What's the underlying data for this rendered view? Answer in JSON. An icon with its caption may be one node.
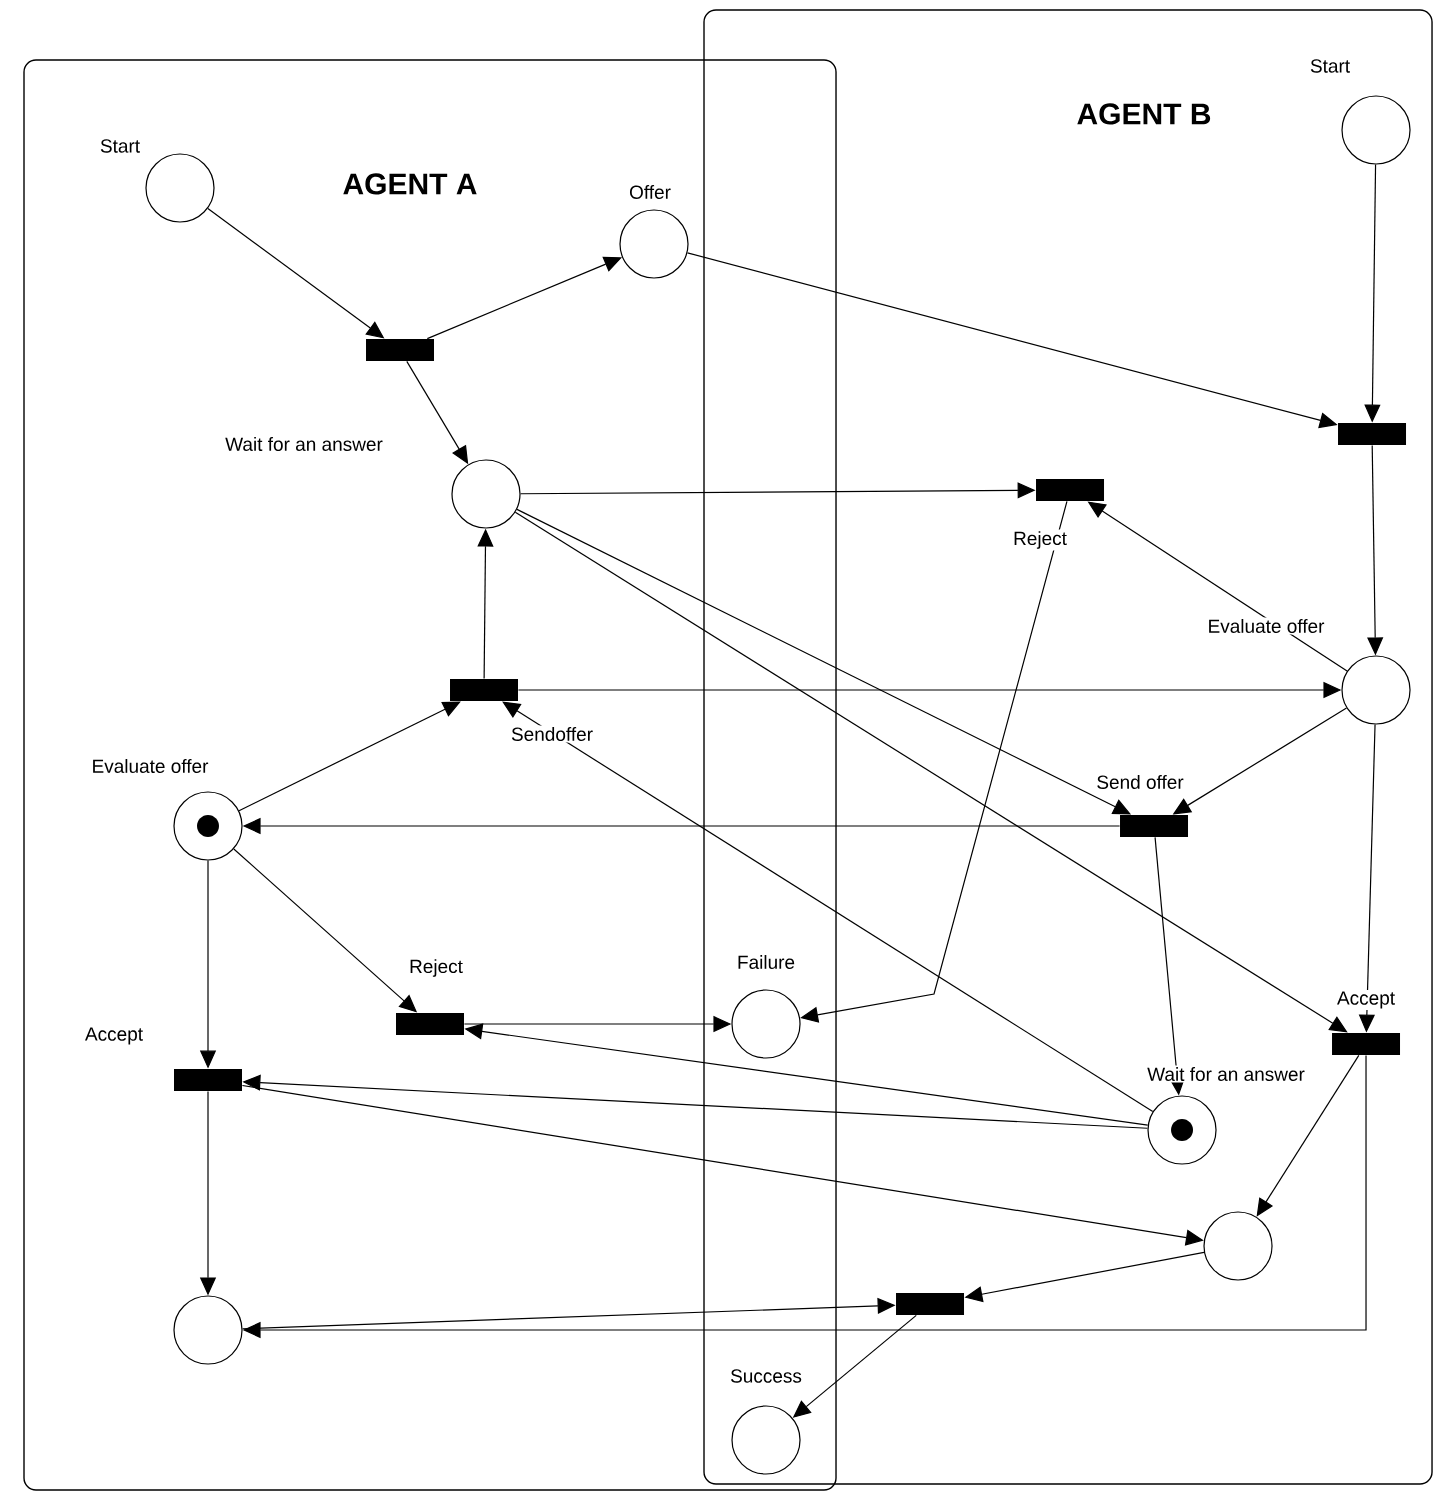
{
  "diagram": {
    "nodes": [
      {
        "text": [
          "AGENT A"
        ]
      },
      {
        "text": [
          "AGENT B"
        ]
      },
      {
        "text": [],
        "shape": "circle",
        "beside": [
          "Start"
        ],
        "in": 0
      },
      {
        "text": [],
        "shape": "circle",
        "beside": [
          "Offer"
        ],
        "in": 0
      },
      {
        "text": [],
        "shape": "circle",
        "beside": [
          "Wait for an answer"
        ],
        "in": 0
      },
      {
        "text": [],
        "shape": "circle",
        "beside": [
          "Evaluate offer"
        ],
        "in": 0
      },
      {
        "text": [],
        "shape": "circle",
        "beside": [
          "Failure"
        ]
      },
      {
        "text": [],
        "shape": "circle",
        "in": 0
      },
      {
        "text": [],
        "shape": "circle",
        "beside": [
          "Success"
        ]
      },
      {
        "text": [],
        "shape": "bar",
        "in": 0
      },
      {
        "text": [],
        "shape": "bar",
        "beside": [
          "Sendoffer"
        ],
        "in": 0
      },
      {
        "text": [],
        "shape": "bar",
        "beside": [
          "Reject"
        ],
        "in": 0
      },
      {
        "text": [],
        "shape": "bar",
        "beside": [
          "Accept"
        ],
        "in": 0
      },
      {
        "text": [],
        "shape": "bar",
        "in": 1
      },
      {
        "text": [],
        "shape": "circle",
        "beside": [
          "Start"
        ],
        "in": 1
      },
      {
        "text": [],
        "shape": "circle",
        "beside": [
          "Evaluate offer"
        ],
        "in": 1
      },
      {
        "text": [],
        "shape": "circle",
        "beside": [
          "Wait for an answer"
        ],
        "in": 1
      },
      {
        "text": [],
        "shape": "circle",
        "in": 1
      },
      {
        "text": [],
        "shape": "bar",
        "in": 1
      },
      {
        "text": [],
        "shape": "bar",
        "beside": [
          "Reject"
        ],
        "in": 1
      },
      {
        "text": [],
        "shape": "bar",
        "beside": [
          "Send offer"
        ],
        "in": 1
      },
      {
        "text": [],
        "shape": "bar",
        "beside": [
          "Accept"
        ],
        "in": 1
      }
    ],
    "edges": [
      {
        "from": 2,
        "to": 9,
        "arrow": "to"
      },
      {
        "from": 9,
        "to": 3,
        "arrow": "to"
      },
      {
        "from": 9,
        "to": 4,
        "arrow": "to"
      },
      {
        "from": 3,
        "to": 18,
        "arrow": "to"
      },
      {
        "from": 14,
        "to": 18,
        "arrow": "to"
      },
      {
        "from": 18,
        "to": 15,
        "arrow": "to"
      },
      {
        "from": 4,
        "to": 19,
        "arrow": "to"
      },
      {
        "from": 15,
        "to": 19,
        "arrow": "to"
      },
      {
        "from": 19,
        "to": 6,
        "arrow": "to"
      },
      {
        "from": 10,
        "to": 4,
        "arrow": "to"
      },
      {
        "from": 10,
        "to": 15,
        "arrow": "to"
      },
      {
        "from": 5,
        "to": 10,
        "arrow": "to"
      },
      {
        "from": 16,
        "to": 10,
        "arrow": "to"
      },
      {
        "from": 4,
        "to": 20,
        "arrow": "to"
      },
      {
        "from": 15,
        "to": 20,
        "arrow": "to"
      },
      {
        "from": 20,
        "to": 5,
        "arrow": "to"
      },
      {
        "from": 20,
        "to": 16,
        "arrow": "to"
      },
      {
        "from": 4,
        "to": 21,
        "arrow": "to"
      },
      {
        "from": 15,
        "to": 21,
        "arrow": "to"
      },
      {
        "from": 21,
        "to": 17,
        "arrow": "to"
      },
      {
        "from": 21,
        "to": 7,
        "arrow": "to"
      },
      {
        "from": 5,
        "to": 11,
        "arrow": "to"
      },
      {
        "from": 11,
        "to": 6,
        "arrow": "to"
      },
      {
        "from": 16,
        "to": 11,
        "arrow": "to"
      },
      {
        "from": 5,
        "to": 12,
        "arrow": "to"
      },
      {
        "from": 16,
        "to": 12,
        "arrow": "to"
      },
      {
        "from": 12,
        "to": 17,
        "arrow": "to"
      },
      {
        "from": 12,
        "to": 7,
        "arrow": "to"
      },
      {
        "from": 7,
        "to": 13,
        "arrow": "to"
      },
      {
        "from": 17,
        "to": 13,
        "arrow": "to"
      },
      {
        "from": 13,
        "to": 8,
        "arrow": "to"
      }
    ]
  }
}
